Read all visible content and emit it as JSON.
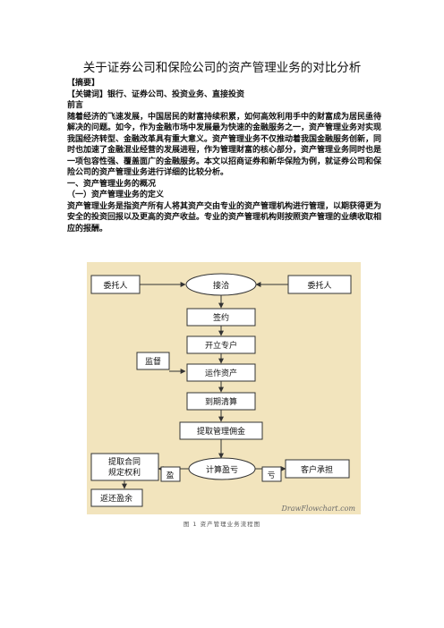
{
  "title": "关于证券公司和保险公司的资产管理业务的对比分析",
  "abstract_label": "【摘要】",
  "keywords": "【关键词】银行、证券公司、投资业务、直接投资",
  "preface_heading": "前言",
  "paragraph1": "随着经济的飞速发展，中国居民的财富持续积累，如何高效利用手中的财富成为居民亟待解决的问题。如今，作为金融市场中发展最为快速的金融服务之一，资产管理业务对实现我国经济转型、金融改革具有重大意义。资产管理业务不仅推动着我国金融服务创新，同时也加速了金融混业经营的发展进程，作为管理财富的核心部分，资产管理业务同时也是一项包容性强、覆盖面广的金融服务。本文以招商证券和新华保险为例，就证券公司和保险公司的资产管理业务进行详细的比较分析。",
  "section1_heading": "一、资产管理业务的概况",
  "subsection1_heading": "（一）资产管理业务的定义",
  "paragraph2": "资产管理业务是指资产所有人将其资产交由专业的资产管理机构进行管理，以期获得更为安全的投资回报以及更高的资产收益。专业的资产管理机构则按照资产管理的业绩收取相应的报酬。",
  "flowchart": {
    "background_color": "#f2e4bd",
    "box_color": "#ffffff",
    "line_color": "#333333",
    "nodes": {
      "client_left": "委托人",
      "negotiate": "接洽",
      "client_right": "委托人",
      "sign": "签约",
      "open_account": "开立专户",
      "supervise": "监督",
      "operate": "运作资产",
      "settle": "到期清算",
      "fee": "提取管理佣金",
      "withdraw": "提取合同\n规定权利",
      "calc": "计算盈亏",
      "loss_bear": "客户承担",
      "return_surplus": "返还盈余"
    },
    "labels": {
      "profit": "盈",
      "loss": "亏"
    },
    "watermark": "DrawFlowchart.com"
  },
  "caption": "图 1  资产管理业务流程图"
}
